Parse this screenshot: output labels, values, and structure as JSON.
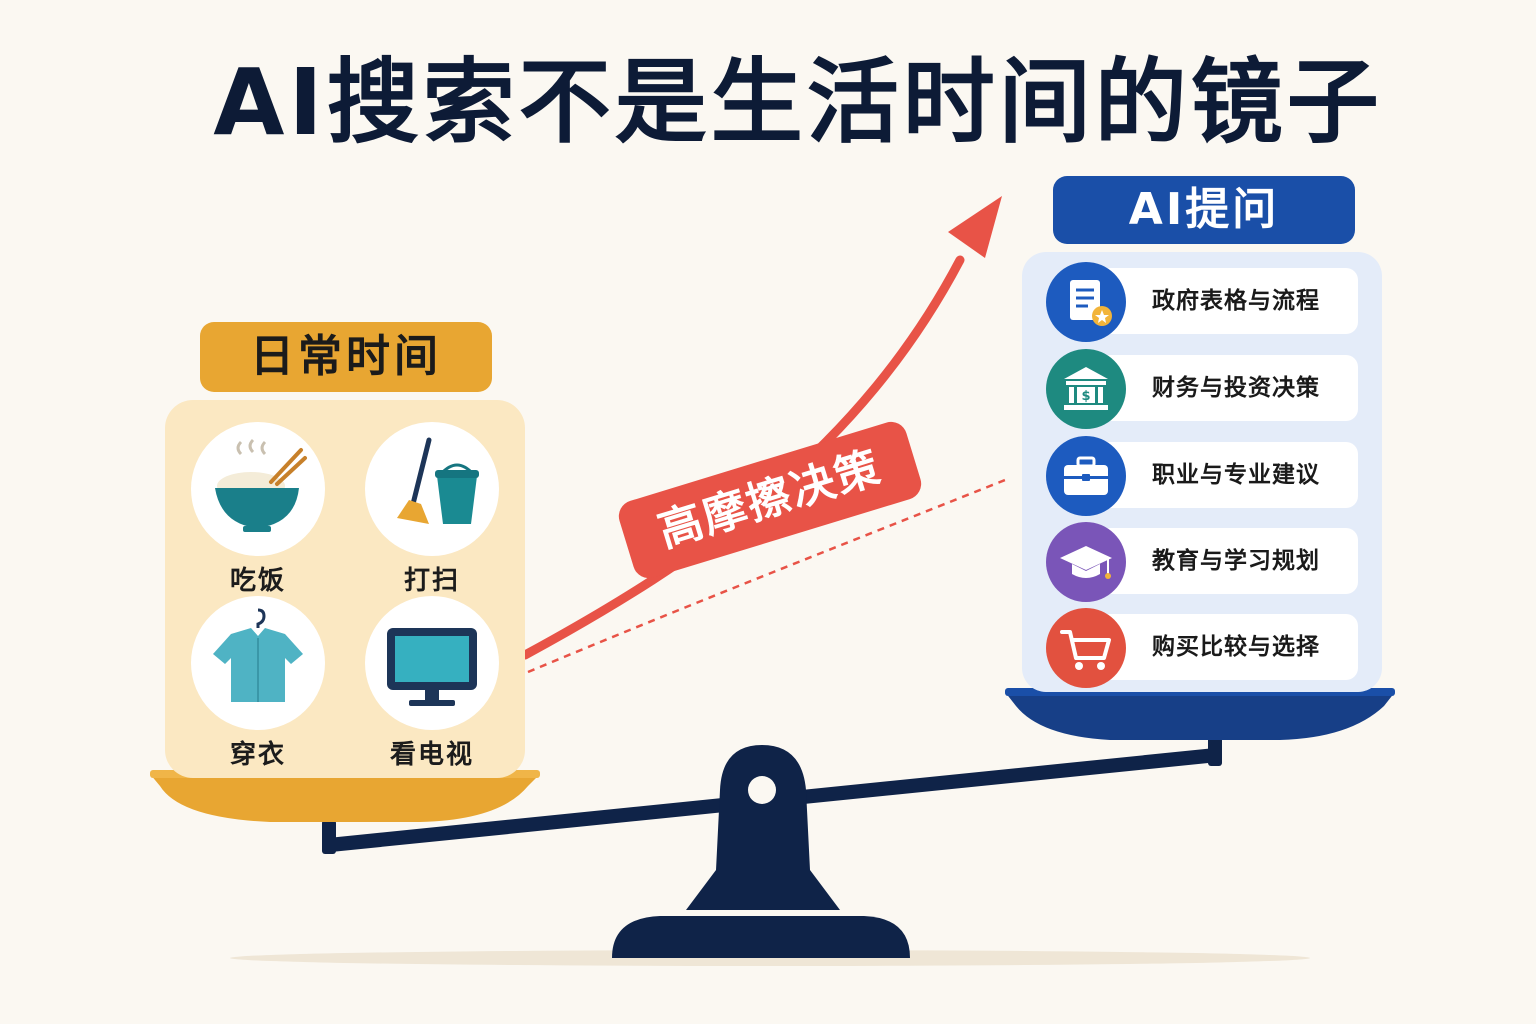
{
  "title": "AI搜索不是生活时间的镜子",
  "left": {
    "header": "日常时间",
    "items": [
      {
        "label": "吃饭",
        "icon": "rice-bowl-icon"
      },
      {
        "label": "打扫",
        "icon": "broom-bucket-icon"
      },
      {
        "label": "穿衣",
        "icon": "shirt-icon"
      },
      {
        "label": "看电视",
        "icon": "tv-icon"
      }
    ]
  },
  "right": {
    "header": "AI提问",
    "items": [
      {
        "label": "政府表格与流程",
        "icon": "document-icon",
        "color": "#1d5bbf"
      },
      {
        "label": "财务与投资决策",
        "icon": "bank-icon",
        "color": "#1e8a80"
      },
      {
        "label": "职业与专业建议",
        "icon": "briefcase-icon",
        "color": "#1d5bbf"
      },
      {
        "label": "教育与学习规划",
        "icon": "graduation-cap-icon",
        "color": "#7a55b8"
      },
      {
        "label": "购买比较与选择",
        "icon": "cart-icon",
        "color": "#e2513f"
      }
    ]
  },
  "badge": "高摩擦决策",
  "colors": {
    "background": "#fbf8f2",
    "left_accent": "#e8a632",
    "right_accent": "#1a4fa8",
    "arrow": "#e85347",
    "scale": "#0f2348"
  }
}
